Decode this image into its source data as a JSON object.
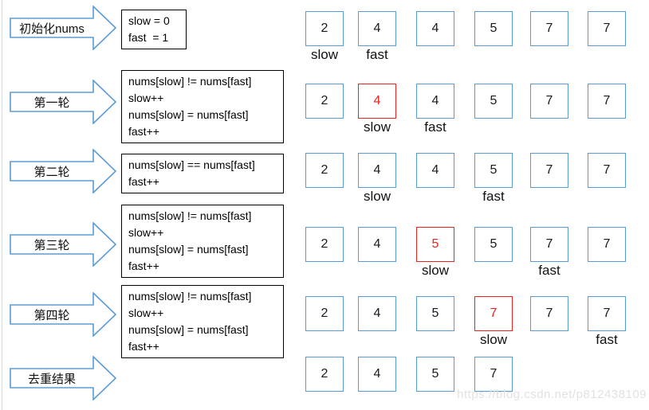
{
  "colors": {
    "accent_blue": "#5b9bd5",
    "highlight_red": "#ee2222",
    "watermark_gray": "#e2e2e2"
  },
  "pointer_labels": {
    "slow": "slow",
    "fast": "fast"
  },
  "steps": [
    {
      "label": "初始化nums",
      "code": [
        "slow = 0",
        "fast  = 1"
      ]
    },
    {
      "label": "第一轮",
      "code": [
        "nums[slow] != nums[fast]",
        "slow++",
        "nums[slow] = nums[fast]",
        "fast++"
      ]
    },
    {
      "label": "第二轮",
      "code": [
        "nums[slow] == nums[fast]",
        "fast++"
      ]
    },
    {
      "label": "第三轮",
      "code": [
        "nums[slow] != nums[fast]",
        "slow++",
        "nums[slow] = nums[fast]",
        "fast++"
      ]
    },
    {
      "label": "第四轮",
      "code": [
        "nums[slow] != nums[fast]",
        "slow++",
        "nums[slow] = nums[fast]",
        "fast++"
      ]
    },
    {
      "label": "去重结果",
      "code": []
    }
  ],
  "array_rows": [
    {
      "values": [
        "2",
        "4",
        "4",
        "5",
        "7",
        "7"
      ],
      "slow": 0,
      "fast": 1,
      "red": -1
    },
    {
      "values": [
        "2",
        "4",
        "4",
        "5",
        "7",
        "7"
      ],
      "slow": 1,
      "fast": 2,
      "red": 1
    },
    {
      "values": [
        "2",
        "4",
        "4",
        "5",
        "7",
        "7"
      ],
      "slow": 1,
      "fast": 3,
      "red": -1
    },
    {
      "values": [
        "2",
        "4",
        "5",
        "5",
        "7",
        "7"
      ],
      "slow": 2,
      "fast": 4,
      "red": 2
    },
    {
      "values": [
        "2",
        "4",
        "5",
        "7",
        "7",
        "7"
      ],
      "slow": 3,
      "fast": 5,
      "red": 3
    },
    {
      "values": [
        "2",
        "4",
        "5",
        "7"
      ],
      "slow": -1,
      "fast": -1,
      "red": -1
    }
  ],
  "watermark": "https://blog.csdn.net/p812438109"
}
